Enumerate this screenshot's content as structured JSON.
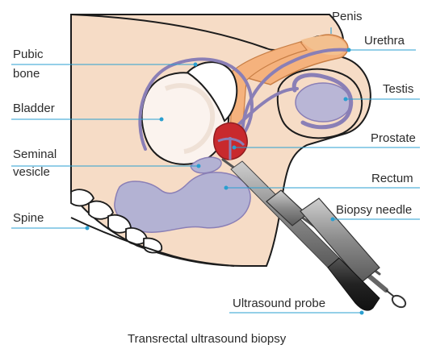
{
  "labels": {
    "penis": "Penis",
    "urethra": "Urethra",
    "pubic_bone_line1": "Pubic",
    "pubic_bone_line2": "bone",
    "testis": "Testis",
    "bladder": "Bladder",
    "prostate": "Prostate",
    "seminal_vesicle_line1": "Seminal",
    "seminal_vesicle_line2": "vesicle",
    "rectum": "Rectum",
    "spine": "Spine",
    "biopsy_needle": "Biopsy needle",
    "ultrasound_probe": "Ultrasound probe"
  },
  "caption": "Transrectal ultrasound biopsy",
  "colors": {
    "skin": "#f6dcc6",
    "skin_outline": "#1c1c1c",
    "bone": "#ffffff",
    "penis": "#f5b27d",
    "urethra_tube": "#8a7fb6",
    "bladder_fill": "#fbf3ee",
    "testis": "#b9b6d6",
    "prostate": "#c8292d",
    "rectum": "#b3b2d3",
    "probe_body": "#8b8b8b",
    "probe_tip": "#333333",
    "leader_line": "#2a9fd0"
  }
}
